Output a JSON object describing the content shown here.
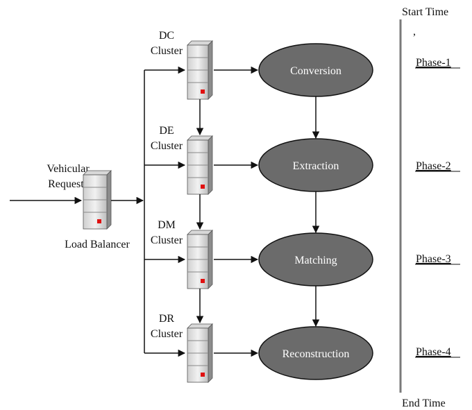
{
  "colors": {
    "line": "#111111",
    "ellipse_fill": "#6b6b6b",
    "server_light": "#e8e8e8",
    "server_dark": "#8c8c8c",
    "server_led": "#e01010",
    "timeline": "#7a7a7a"
  },
  "input": {
    "label_line1": "Vehicular",
    "label_line2": "Requests"
  },
  "load_balancer": {
    "label": "Load Balancer"
  },
  "clusters": [
    {
      "label_line1": "DC",
      "label_line2": "Cluster",
      "stage": "Conversion"
    },
    {
      "label_line1": "DE",
      "label_line2": "Cluster",
      "stage": "Extraction"
    },
    {
      "label_line1": "DM",
      "label_line2": "Cluster",
      "stage": "Matching"
    },
    {
      "label_line1": "DR",
      "label_line2": "Cluster",
      "stage": "Reconstruction"
    }
  ],
  "timeline": {
    "start_label": "Start Time",
    "tick_mark": ",",
    "end_label": "End Time",
    "phases": [
      "Phase-1",
      "Phase-2",
      "Phase-3",
      "Phase-4"
    ]
  }
}
